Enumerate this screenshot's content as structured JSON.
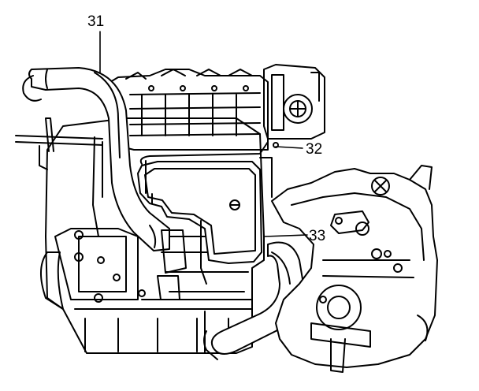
{
  "callouts": {
    "c31": "31",
    "c32": "32",
    "c33": "33"
  },
  "colors": {
    "line": "#000000",
    "background": "#ffffff"
  },
  "parts": {
    "upper_hose": "upper-coolant-hose-icon",
    "cylinder_head": "cylinder-head-icon",
    "throttle_body": "throttle-body-icon",
    "cover": "engine-cover-icon",
    "lower_hose": "lower-coolant-hose-icon",
    "block": "engine-block-icon",
    "transmission": "transmission-housing-icon"
  }
}
